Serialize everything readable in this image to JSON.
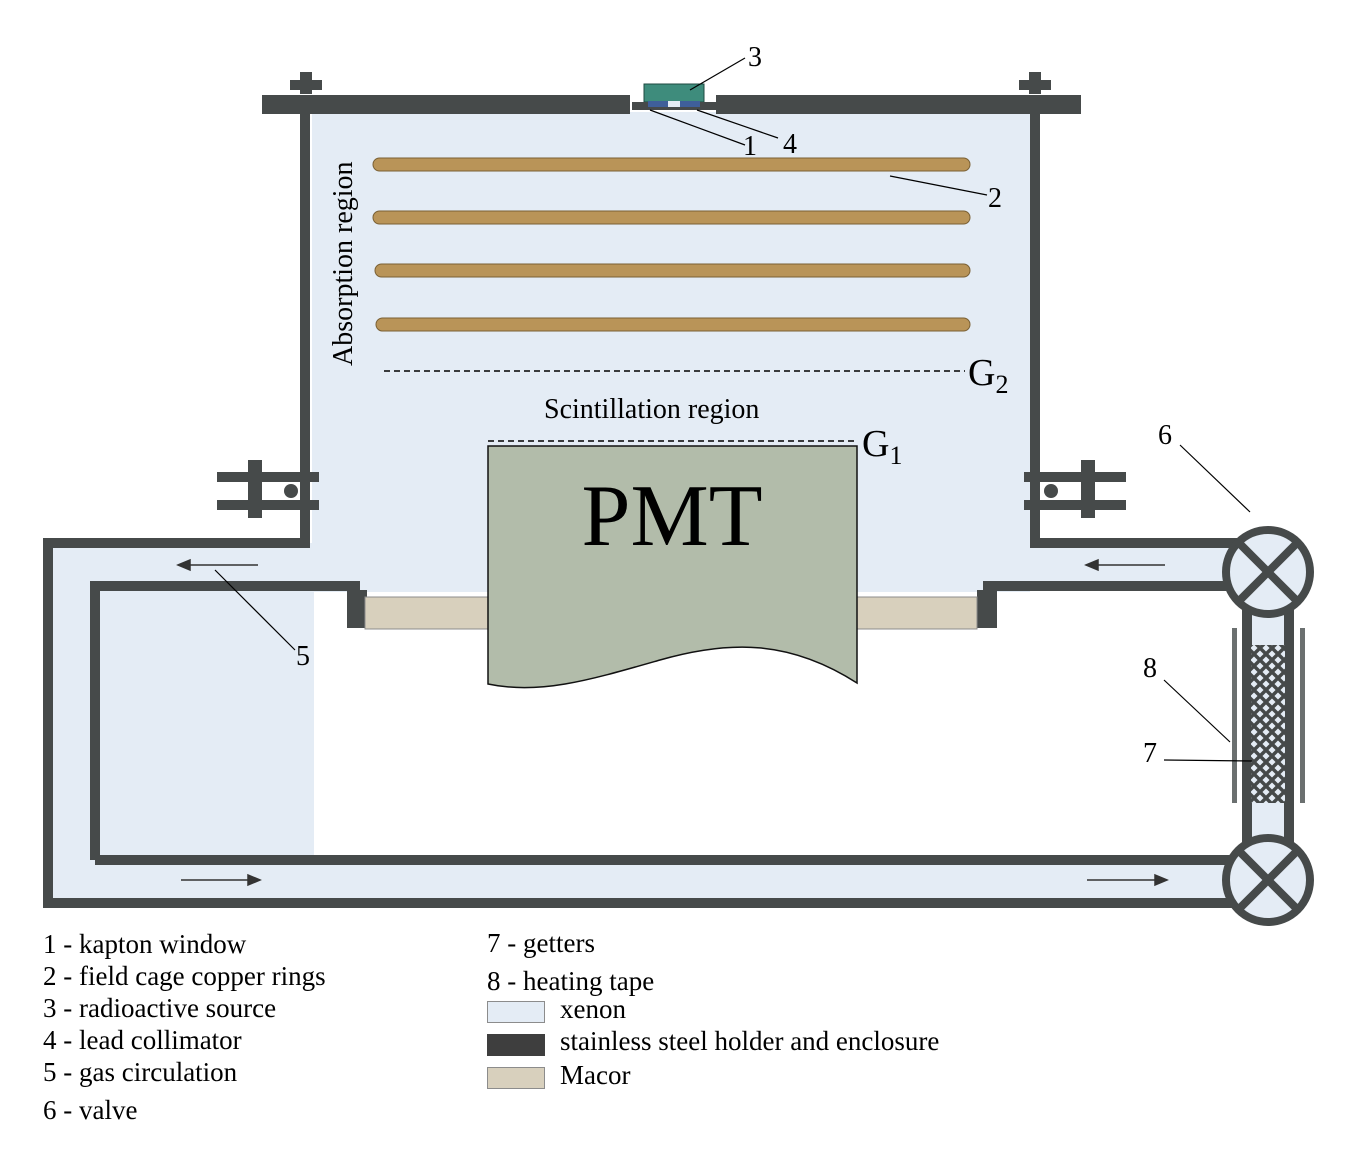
{
  "diagram": {
    "labels": {
      "absorption_region": "Absorption region",
      "scintillation_region": "Scintillation region",
      "pmt": "PMT",
      "g1_letter": "G",
      "g1_sub": "1",
      "g2_letter": "G",
      "g2_sub": "2"
    },
    "callouts": {
      "n1": "1",
      "n2": "2",
      "n3": "3",
      "n4": "4",
      "n5": "5",
      "n6": "6",
      "n7": "7",
      "n8": "8"
    },
    "legend": {
      "items": [
        "1 - kapton window",
        "2 - field cage copper rings",
        "3 - radioactive source",
        "4 - lead collimator",
        "5 - gas circulation",
        "6 - valve",
        "7 - getters",
        "8 - heating tape"
      ],
      "materials": [
        {
          "label": "xenon",
          "color": "#e4ecf5"
        },
        {
          "label": "stainless steel holder and enclosure",
          "color": "#3e3e3e"
        },
        {
          "label": "Macor",
          "color": "#d8d0bd"
        }
      ]
    },
    "colors": {
      "xenon": "#e4ecf5",
      "steel": "#464a4a",
      "copper": "#b99458",
      "pmt": "#b2bcaa",
      "macor": "#d8d0bd",
      "source": "#3e8c7c",
      "collimator": "#3f5f9a"
    }
  }
}
